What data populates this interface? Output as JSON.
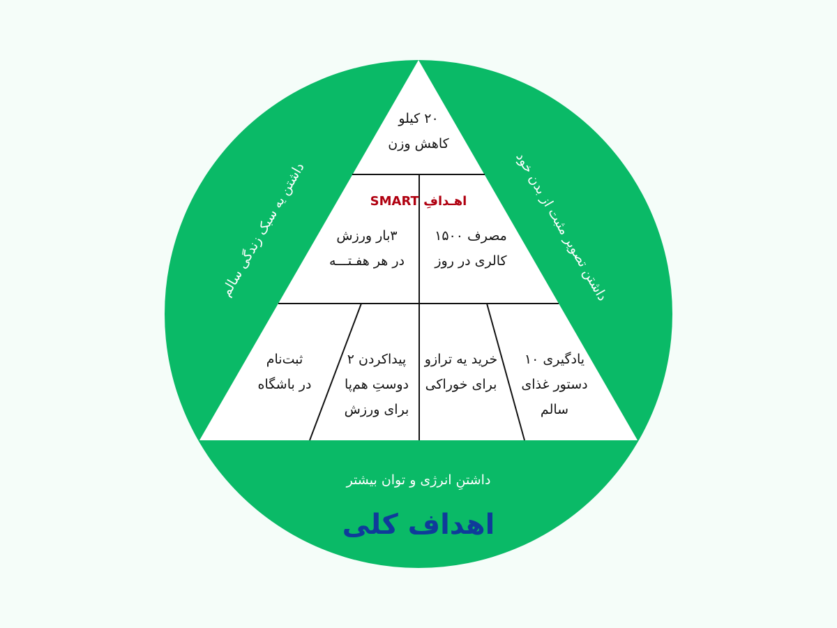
{
  "colors": {
    "background": "#f5fdf9",
    "circle": "#0aba67",
    "triangle": "#ffffff",
    "lines": "#111111",
    "smart_title": "#b00010",
    "main_title": "#0f3b9a"
  },
  "outer": {
    "left_side": "داشتن یه سبک زندگی سالم",
    "right_side": "داشتن تصویر مثبت از بدن خود",
    "bottom": "داشتنِ انرژی و توان بیشتر",
    "title": "اهداف کلی"
  },
  "pyramid": {
    "top": "۲۰ کیلو\nکاهش وزن",
    "middle_title": "اهـدافِ SMART",
    "middle_left": "۳بار ورزش\nدر هر هفـتـــه",
    "middle_right": "مصرف ۱۵۰۰\nکالری در روز",
    "bottom": [
      "ثبت‌نام\nدر باشگاه",
      "پیداکردن ۲\nدوستِ هم‌پا\nبرای ورزش",
      "خرید یه ترازو\nبرای خوراکی",
      "یادگیری ۱۰\nدستور غذای\nسالم"
    ]
  }
}
